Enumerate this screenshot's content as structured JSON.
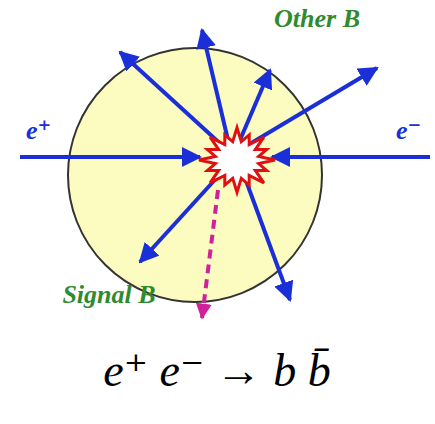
{
  "diagram": {
    "caption": "e⁺ e⁻ → b b̄",
    "labels": [
      "Other B",
      "e⁺",
      "e⁻",
      "Signal B"
    ]
  }
}
